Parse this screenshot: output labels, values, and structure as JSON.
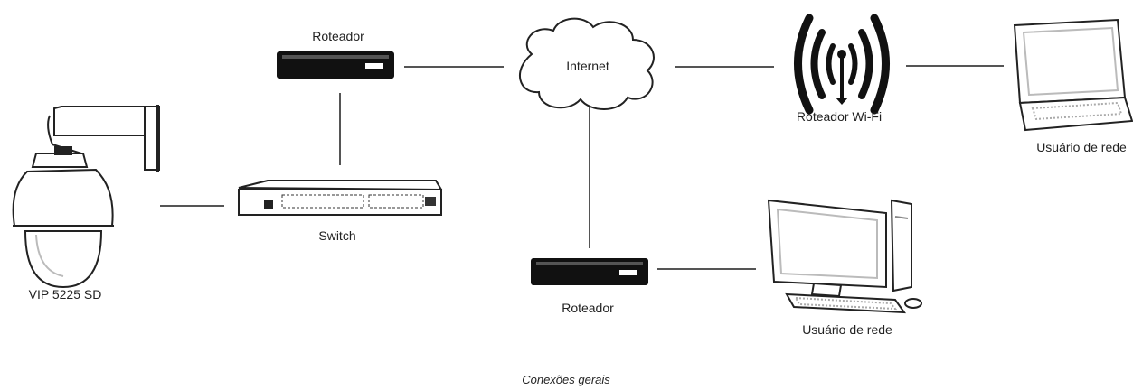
{
  "labels": {
    "router_top": "Roteador",
    "internet": "Internet",
    "router_wifi": "Roteador Wi-Fi",
    "user_laptop": "Usuário de rede",
    "camera": "VIP 5225 SD",
    "switch": "Switch",
    "router_bottom": "Roteador",
    "user_desktop": "Usuário de rede"
  },
  "caption": "Conexões gerais",
  "icons": {
    "camera": "ptz-dome-camera-icon",
    "switch": "network-switch-icon",
    "router": "router-icon",
    "cloud": "cloud-icon",
    "wifi": "wifi-antenna-icon",
    "laptop": "laptop-icon",
    "desktop": "desktop-computer-icon"
  }
}
